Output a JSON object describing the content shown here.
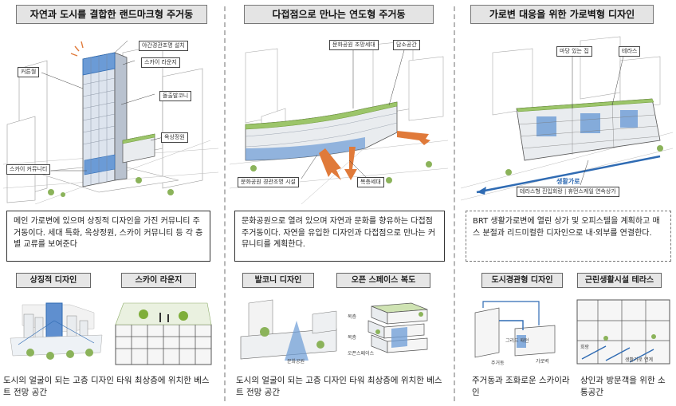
{
  "columns": [
    {
      "title": "자연과 도시를 결합한 랜드마크형 주거동",
      "callouts": [
        "야간경관조명 설치",
        "스카이 라운지",
        "커튼월",
        "돌출발코니",
        "옥상정원",
        "스카이 커뮤니티"
      ],
      "description": "메인 가로변에 있으며 상징적 디자인을 가진 커뮤니티 주거동이다. 세대 특화, 옥상정원, 스카이 커뮤니티 등 각 층별 교류를 보여준다",
      "sub": [
        {
          "title": "상징적 디자인",
          "caption": "도시의 얼굴이 되는 고층 디자인 타워 최상층에 위치한 베스트 전망 공간"
        },
        {
          "title": "스카이 라운지",
          "caption": ""
        }
      ]
    },
    {
      "title": "다접점으로 만나는 연도형 주거동",
      "callouts": [
        "문화공원 조망세대",
        "담소공간",
        "문화공원 경관조명 시설",
        "복층세대"
      ],
      "description": "문화공원으로 열려 있으며 자연과 문화를 향유하는 다접점 주거동이다. 자연을 유입한 디자인과 다접점으로 만나는 커뮤니티를 계획한다.",
      "sub": [
        {
          "title": "발코니 디자인",
          "caption": "도시의 얼굴이 되는 고층 디자인 타워 최상층에 위치한 베스트 전망 공간",
          "labels": [
            "문화공원"
          ]
        },
        {
          "title": "오픈 스페이스 복도",
          "caption": "",
          "labels": [
            "복층",
            "복층",
            "오픈스페이스"
          ]
        }
      ]
    },
    {
      "title": "가로변 대응을 위한 가로벽형 디자인",
      "callouts": [
        "마당 있는 집",
        "테라스",
        "생활가로",
        "테라스형 진입회랑 | 휴먼스케일 연속상가"
      ],
      "description": "BRT 생활가로변에 열린 상가 및 오피스텔을 계획하고 매스 분절과 리드미컬한 디자인으로 내·외부를 연결한다.",
      "sub": [
        {
          "title": "도시경관형 디자인",
          "caption": "주거동과 조화로운 스카이라인",
          "labels": [
            "그리드 패턴",
            "주거동",
            "가로벽"
          ]
        },
        {
          "title": "근린생활시설 테라스",
          "caption": "상인과 방문객을 위한 소통공간",
          "labels": [
            "회랑",
            "생활가로 연계"
          ]
        }
      ]
    }
  ],
  "colors": {
    "title_bg": "#e4e4e4",
    "accent_blue": "#2f6bb3",
    "accent_green": "#7fae3a",
    "accent_orange": "#e07a3a"
  }
}
